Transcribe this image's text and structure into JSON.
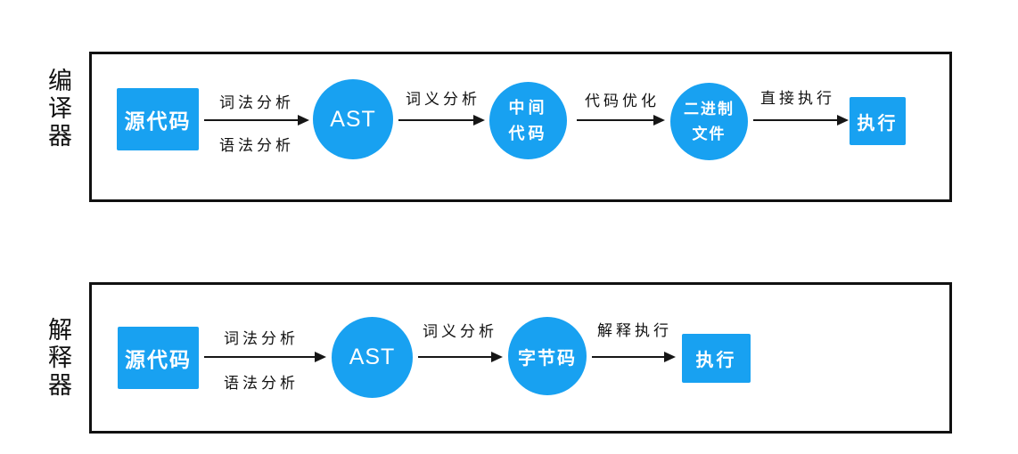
{
  "colors": {
    "node_blue": "#18a1f1",
    "line_black": "#161616",
    "node_text": "#ffffff",
    "background": "#ffffff"
  },
  "compiler": {
    "side_label": "编译器",
    "source_box": "源代码",
    "arrow1_label_top": "词法分析",
    "arrow1_label_bottom": "语法分析",
    "ast_node": "AST",
    "arrow2_label": "词义分析",
    "intermediate_node_line1": "中间",
    "intermediate_node_line2": "代码",
    "arrow3_label": "代码优化",
    "binary_node_line1": "二进制",
    "binary_node_line2": "文件",
    "arrow4_label": "直接执行",
    "execute_box": "执行"
  },
  "interpreter": {
    "side_label": "解释器",
    "source_box": "源代码",
    "arrow1_label_top": "词法分析",
    "arrow1_label_bottom": "语法分析",
    "ast_node": "AST",
    "arrow2_label": "词义分析",
    "bytecode_node": "字节码",
    "arrow3_label": "解释执行",
    "execute_box": "执行"
  }
}
